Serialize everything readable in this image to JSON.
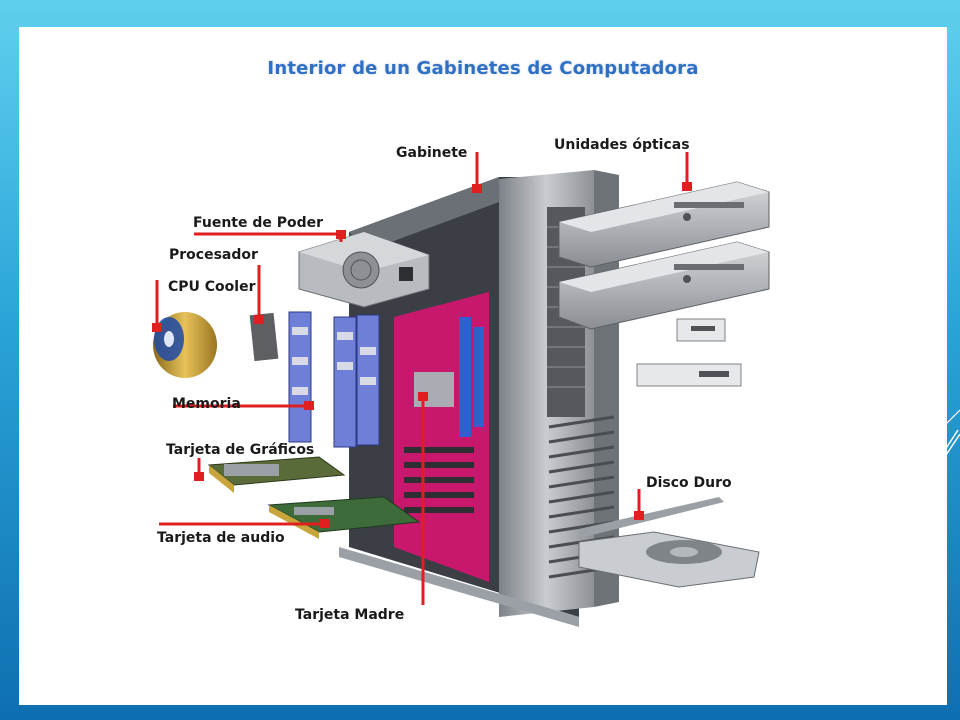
{
  "slide": {
    "title": "Interior de un Gabinetes  de Computadora",
    "labels": {
      "gabinete": "Gabinete",
      "unidades_opticas": "Unidades ópticas",
      "fuente_de_poder": "Fuente de Poder",
      "procesador": "Procesador",
      "cpu_cooler": "CPU Cooler",
      "memoria": "Memoria",
      "tarjeta_graficos": "Tarjeta de Gráficos",
      "disco_duro": "Disco Duro",
      "tarjeta_audio": "Tarjeta de audio",
      "tarjeta_madre": "Tarjeta Madre"
    }
  },
  "colors": {
    "background_top": "#5fd0ee",
    "background_bottom": "#0e6fb0",
    "title": "#2f6fc4",
    "leader_line": "#e02020",
    "motherboard": "#c8186e",
    "memory": "#6f7fd8",
    "case_metal": "#a9adb3"
  }
}
